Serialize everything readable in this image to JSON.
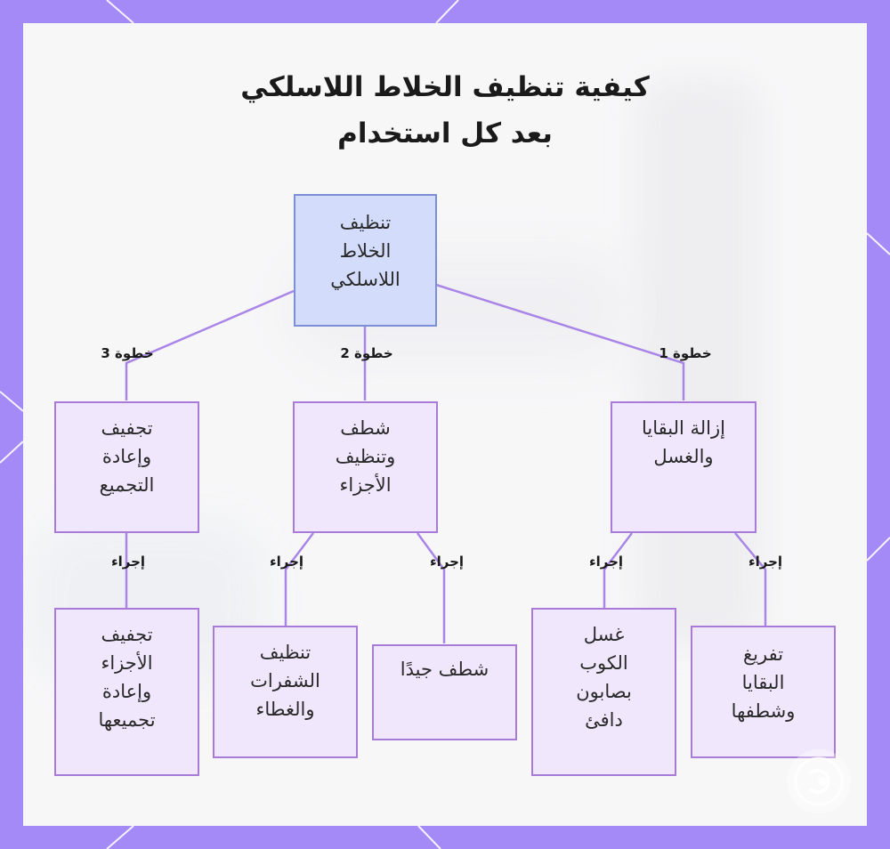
{
  "title": {
    "line1": "كيفية تنظيف الخلاط اللاسلكي",
    "line2": "بعد كل استخدام"
  },
  "root": {
    "label": "تنظيف\nالخلاط\nاللاسلكي"
  },
  "steps": [
    {
      "edge_label": "خطوة 1",
      "label": "إزالة البقايا\nوالغسل"
    },
    {
      "edge_label": "خطوة 2",
      "label": "شطف\nوتنظيف\nالأجزاء"
    },
    {
      "edge_label": "خطوة 3",
      "label": "تجفيف\nوإعادة\nالتجميع"
    }
  ],
  "actions": [
    {
      "edge_label": "إجراء",
      "label": "تفريغ\nالبقايا\nوشطفها"
    },
    {
      "edge_label": "إجراء",
      "label": "غسل\nالكوب\nبصابون\nدافئ"
    },
    {
      "edge_label": "إجراء",
      "label": "شطف جيدًا"
    },
    {
      "edge_label": "إجراء",
      "label": "تنظيف\nالشفرات\nوالغطاء"
    },
    {
      "edge_label": "إجراء",
      "label": "تجفيف\nالأجزاء\nوإعادة\nتجميعها"
    }
  ],
  "colors": {
    "frame": "#a48af7",
    "root_fill": "#d4dcfb",
    "node_fill": "#f1e7fd",
    "node_border": "#a97bd8",
    "connector": "#a985e8"
  },
  "icons": {
    "corner_logo": "circular-logo-icon"
  }
}
